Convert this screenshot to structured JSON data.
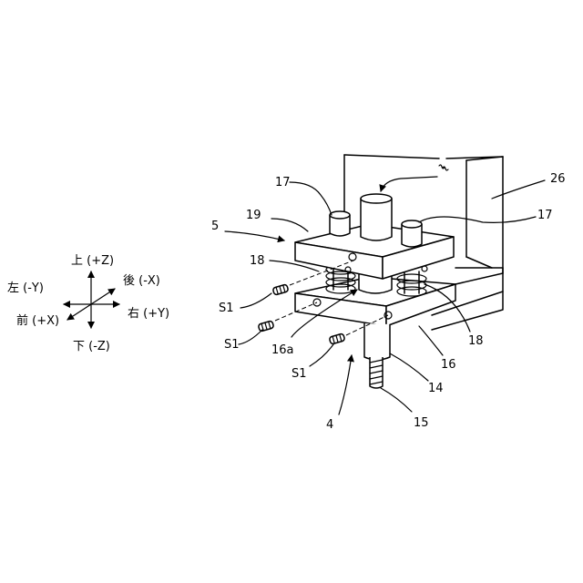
{
  "axes_legend": {
    "up": "上 (+Z)",
    "down": "下 (-Z)",
    "left": "左 (-Y)",
    "right": "右 (+Y)",
    "back": "後 (-X)",
    "front": "前 (+X)"
  },
  "reference_labels": {
    "r5": "5",
    "r19": "19",
    "r17_left": "17",
    "r17_right": "17",
    "r26": "26",
    "r18_left": "18",
    "r18_right": "18",
    "s1_a": "S1",
    "s1_b": "S1",
    "s1_c": "S1",
    "r16a": "16a",
    "r16": "16",
    "r14": "14",
    "r4": "4",
    "r15": "15"
  }
}
